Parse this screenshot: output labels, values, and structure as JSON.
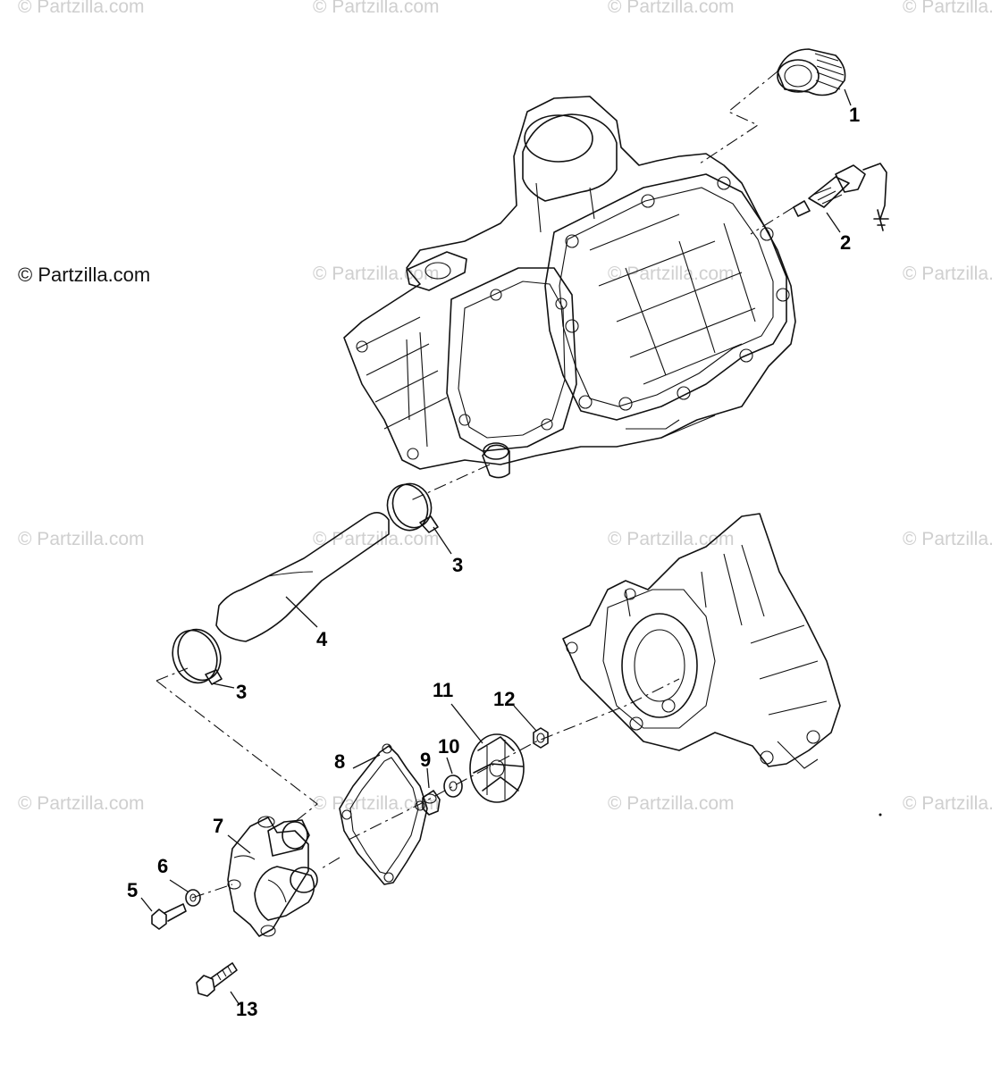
{
  "copyright": "© Partzilla.com",
  "watermark_text": "© Partzilla.com",
  "callouts": [
    {
      "id": "1",
      "label": "1"
    },
    {
      "id": "2",
      "label": "2"
    },
    {
      "id": "3a",
      "label": "3"
    },
    {
      "id": "4",
      "label": "4"
    },
    {
      "id": "3b",
      "label": "3"
    },
    {
      "id": "8",
      "label": "8"
    },
    {
      "id": "11",
      "label": "11"
    },
    {
      "id": "12",
      "label": "12"
    },
    {
      "id": "10",
      "label": "10"
    },
    {
      "id": "9",
      "label": "9"
    },
    {
      "id": "7",
      "label": "7"
    },
    {
      "id": "6",
      "label": "6"
    },
    {
      "id": "5",
      "label": "5"
    },
    {
      "id": "13",
      "label": "13"
    }
  ]
}
